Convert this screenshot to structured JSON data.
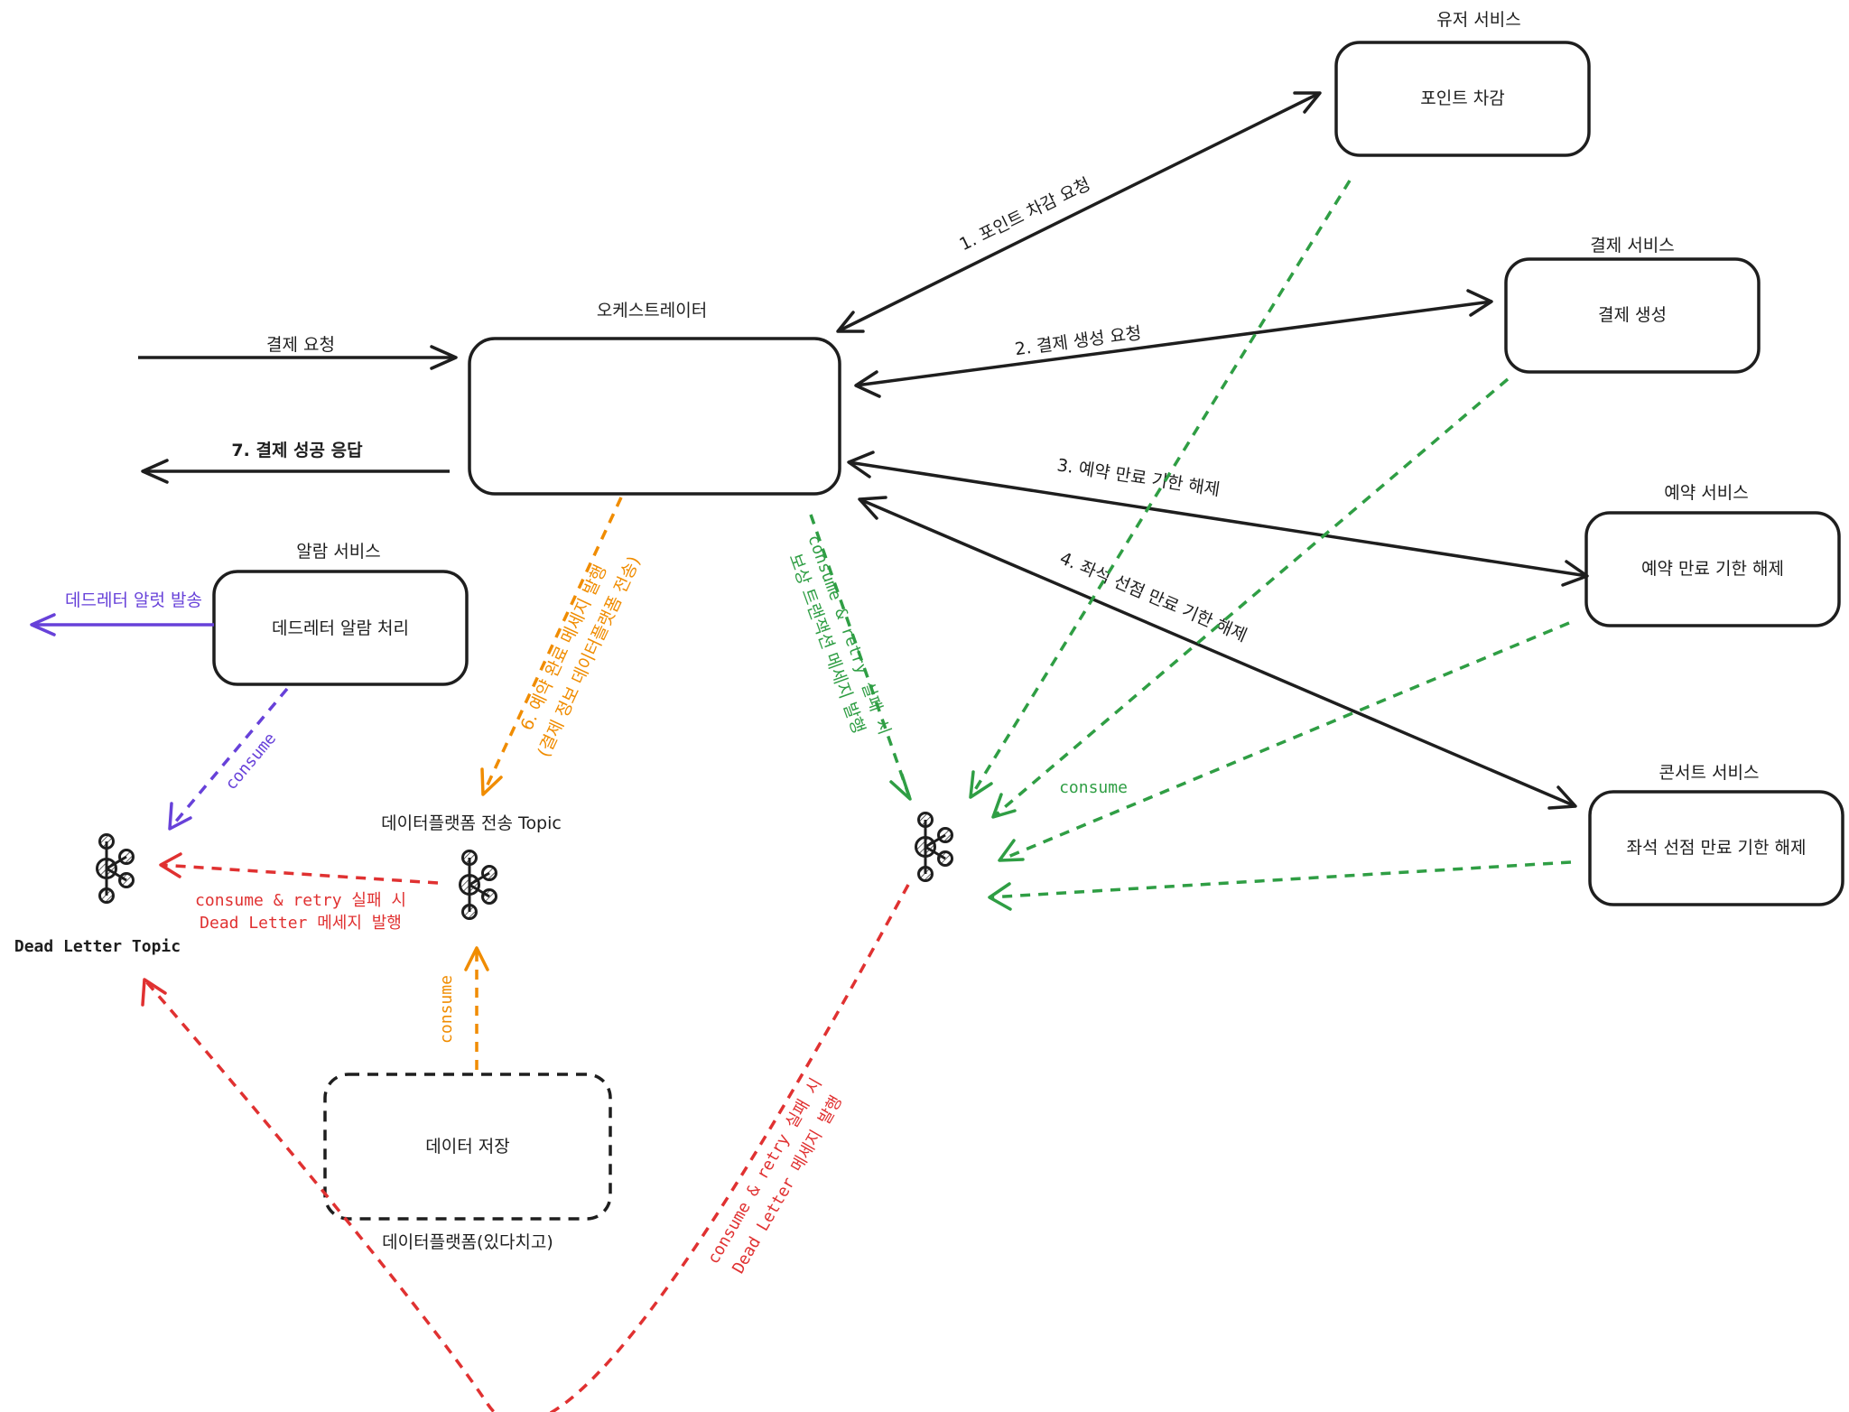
{
  "nodes": {
    "orchestrator": {
      "title": "오케스트레이터"
    },
    "user_service": {
      "title": "유저 서비스",
      "label": "포인트 차감"
    },
    "payment_service": {
      "title": "결제 서비스",
      "label": "결제 생성"
    },
    "reservation_service": {
      "title": "예약 서비스",
      "label": "예약 만료 기한 해제"
    },
    "concert_service": {
      "title": "콘서트 서비스",
      "label": "좌석 선점 만료 기한 해제"
    },
    "alarm_service": {
      "title": "알람 서비스",
      "label": "데드레터 알람 처리"
    },
    "data_platform": {
      "label": "데이터 저장",
      "caption": "데이터플랫폼(있다치고)"
    }
  },
  "topics": {
    "dead_letter": "Dead Letter Topic",
    "data_platform_topic": "데이터플랫폼 전송 Topic"
  },
  "edges": {
    "request_in": "결제 요청",
    "response_out": "7. 결제 성공 응답",
    "step1": "1. 포인트 차감 요청",
    "step2": "2. 결제 생성 요청",
    "step3": "3. 예약 만료 기한 해제",
    "step4": "4. 좌석 선점 만료 기한 해제",
    "step5_line1": "consume & retry 실패 시",
    "step5_line2": "보상 트랜잭션 메세지 발행",
    "step6_line1": "6. 예약 완료 메세지 발행",
    "step6_line2": "(결제 정보 데이터플랫폼 전송)",
    "consume_green": "consume",
    "consume_purple": "consume",
    "consume_orange": "consume",
    "deadletter_alert": "데드레터 알럿 발송",
    "dlq_from_data_line1": "consume & retry 실패 시",
    "dlq_from_data_line2": "Dead Letter 메세지 발행",
    "dlq_from_comp_line1": "consume & retry 실패 시",
    "dlq_from_comp_line2": "Dead Letter 메세지 발행"
  },
  "colors": {
    "black": "#1e1e1e",
    "green": "#2f9e44",
    "orange": "#f08c00",
    "red": "#e03131",
    "purple": "#6741d9"
  },
  "icons": [
    "kafka-topic-icon"
  ]
}
